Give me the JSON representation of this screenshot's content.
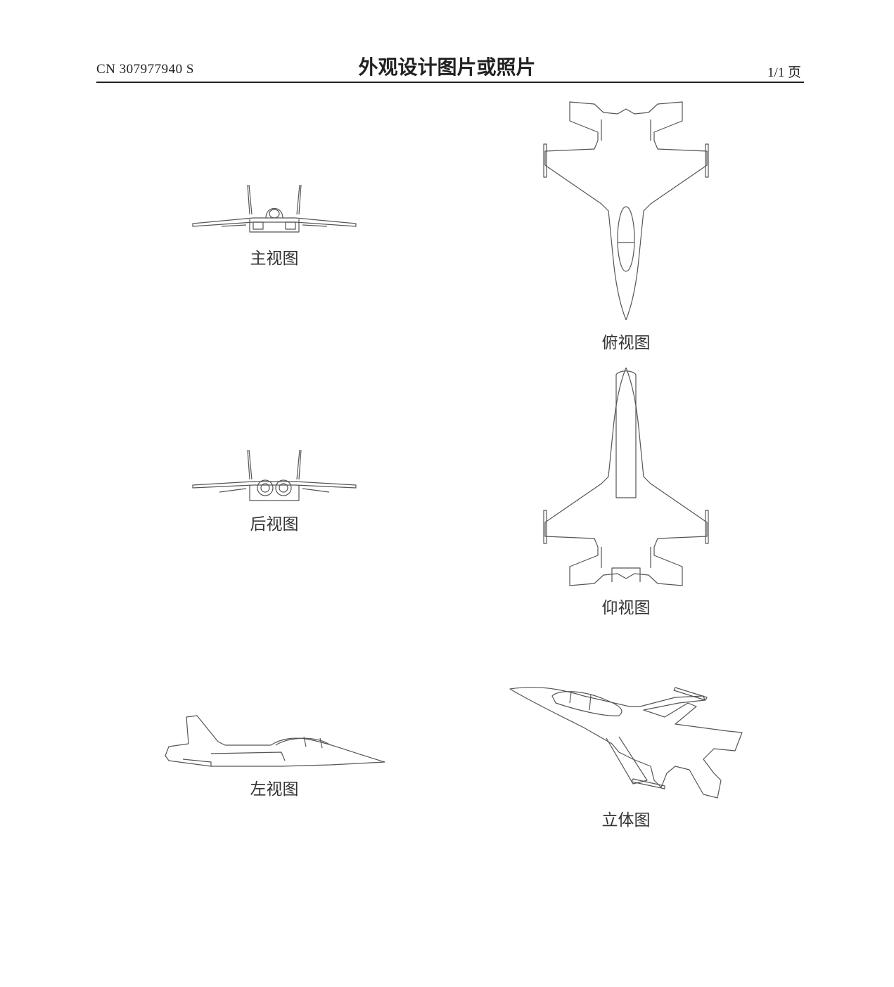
{
  "header": {
    "document_number": "CN 307977940 S",
    "title": "外观设计图片或照片",
    "page": "1/1 页"
  },
  "views": {
    "front": "主视图",
    "top": "俯视图",
    "rear": "后视图",
    "bottom": "仰视图",
    "left": "左视图",
    "perspective": "立体图"
  }
}
